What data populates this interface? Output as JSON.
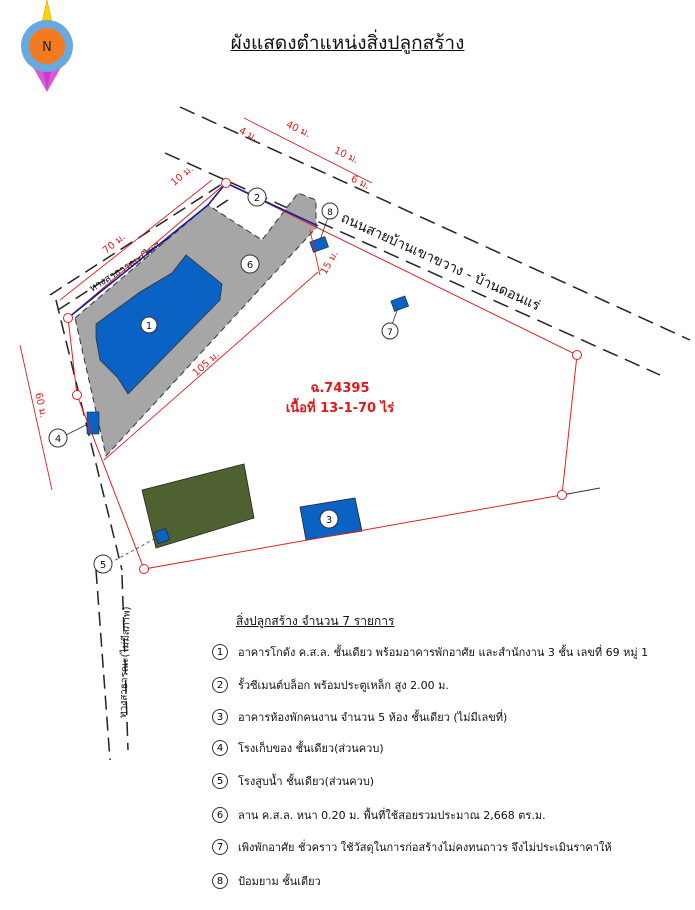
{
  "title": "ผังแสดงตำแหน่งสิ่งปลูกสร้าง",
  "compass": {
    "label": "N",
    "icon": "north-arrow-icon"
  },
  "road": {
    "name": "ถนนสายบ้านเขาขวาง - บ้านดอนแร่"
  },
  "public_ways": {
    "top": "ทางสาธารณะ(ไม่มีสภาพ)",
    "bottom": "ทางสาธารณะ(ไม่มีสภาพ)"
  },
  "dimensions": {
    "road_setback_1": "4 ม.",
    "road_length_1": "40 ม.",
    "road_length_2": "10 ม.",
    "road_setback_2": "6 ม.",
    "top_small": "10 ม.",
    "top_way_length": "70 ม.",
    "boundary_offset": "15 ม.",
    "diagonal_length": "105 ม.",
    "left_length": "60 ม."
  },
  "plot": {
    "deed": "ฉ.74395",
    "area": "เนื้อที่ 13-1-70 ไร่"
  },
  "legend": {
    "title": "สิ่งปลูกสร้าง  จำนวน 7 รายการ",
    "items": [
      {
        "num": "1",
        "text": "อาคารโกดัง ค.ส.ล. ชั้นเดียว พร้อมอาคารพักอาศัย และสำนักงาน 3 ชั้น เลขที่ 69 หมู่ 1"
      },
      {
        "num": "2",
        "text": "รั้วซีเมนต์บล็อก พร้อมประตูเหล็ก สูง 2.00 ม."
      },
      {
        "num": "3",
        "text": "อาคารห้องพักคนงาน จำนวน 5 ห้อง ชั้นเดียว (ไม่มีเลขที่)"
      },
      {
        "num": "4",
        "text": "โรงเก็บของ ชั้นเดียว(ส่วนควบ)"
      },
      {
        "num": "5",
        "text": "โรงสูบน้ำ ชั้นเดียว(ส่วนควบ)"
      },
      {
        "num": "6",
        "text": "ลาน ค.ส.ล. หนา 0.20 ม. พื้นที่ใช้สอยรวมประมาณ  2,668 ตร.ม."
      },
      {
        "num": "7",
        "text": "เพิงพักอาศัย ชั่วคราว ใช้วัสดุในการก่อสร้างไม่คงทนถาวร  จึงไม่ประเมินราคาให้"
      },
      {
        "num": "8",
        "text": "ป้อมยาม ชั้นเดียว"
      }
    ]
  },
  "colors": {
    "building": "#0a63c4",
    "concrete": "#a6a6a6",
    "green_area": "#4f6131",
    "boundary": "#e02020",
    "fence": "#1a1a9c"
  }
}
